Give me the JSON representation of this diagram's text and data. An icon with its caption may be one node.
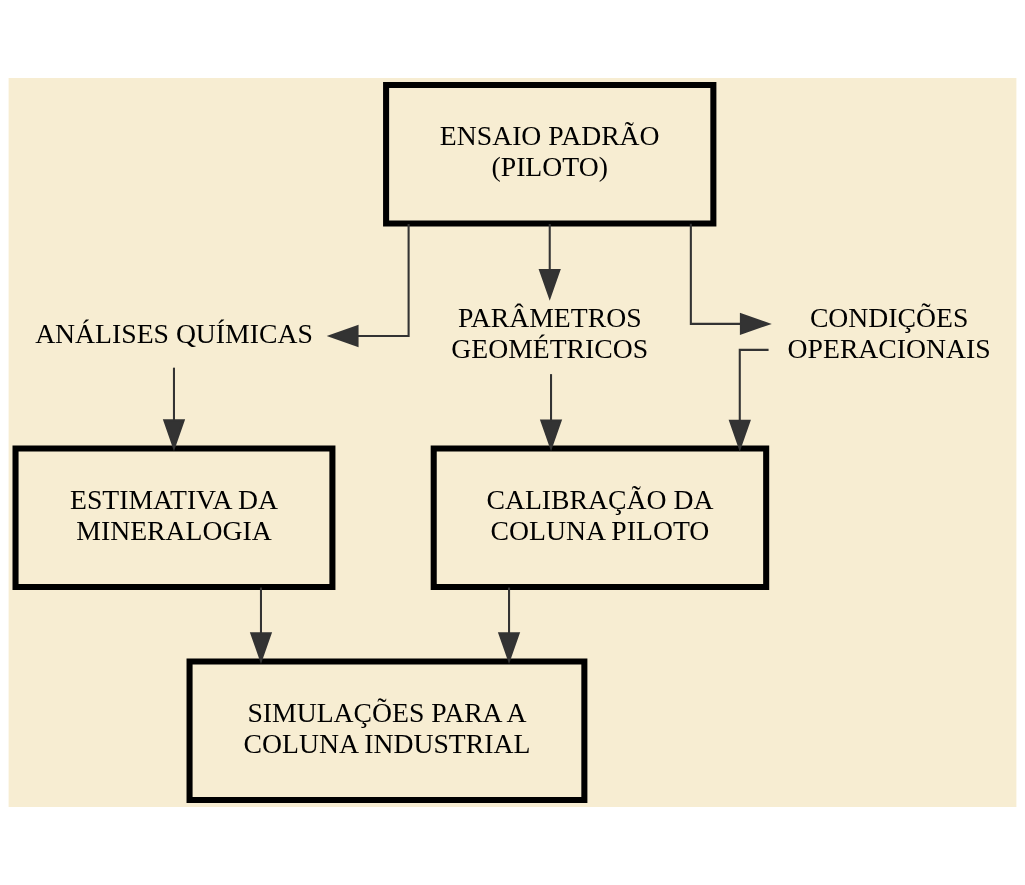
{
  "diagram": {
    "nodes": [
      {
        "text": [
          "ENSAIO PADRÃO (PILOTO)"
        ]
      },
      {
        "text": [
          "ANÁLISES QUÍMICAS"
        ]
      },
      {
        "text": [
          "PARÂMETROS GEOMÉTRICOS"
        ]
      },
      {
        "text": [
          "CONDIÇÕES OPERACIONAIS"
        ]
      },
      {
        "text": [
          "ESTIMATIVA DA MINERALOGIA"
        ]
      },
      {
        "text": [
          "CALIBRAÇÃO DA COLUNA PILOTO"
        ]
      },
      {
        "text": [
          "SIMULAÇÕES PARA A COLUNA INDUSTRIAL"
        ]
      }
    ],
    "edges": [
      {
        "from": 0,
        "to": 1,
        "arrow": "to"
      },
      {
        "from": 0,
        "to": 2,
        "arrow": "to"
      },
      {
        "from": 0,
        "to": 3,
        "arrow": "to"
      },
      {
        "from": 1,
        "to": 4,
        "arrow": "to"
      },
      {
        "from": 2,
        "to": 5,
        "arrow": "to"
      },
      {
        "from": 3,
        "to": 5,
        "arrow": "to"
      },
      {
        "from": 4,
        "to": 6,
        "arrow": "to"
      },
      {
        "from": 5,
        "to": 6,
        "arrow": "to"
      }
    ]
  }
}
